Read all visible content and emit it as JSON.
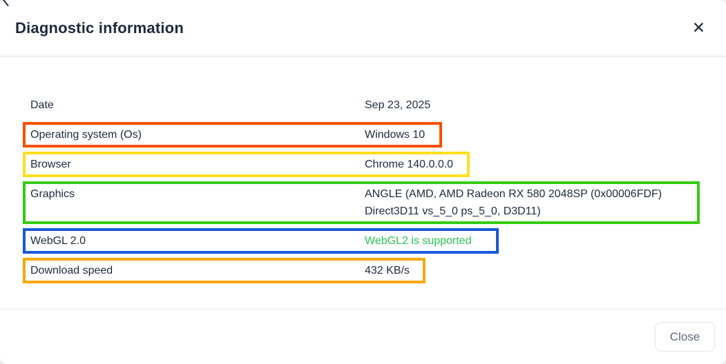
{
  "dialog": {
    "title": "Diagnostic information",
    "close_icon_glyph": "✕",
    "footer": {
      "close_button_label": "Close"
    }
  },
  "colors": {
    "text_dark": "#1c2940",
    "highlight_red_orange": "#fb4e00",
    "highlight_yellow": "#ffdf20",
    "highlight_green": "#36cc12",
    "highlight_blue": "#1659d9",
    "highlight_orange": "#f7a80d",
    "value_green_text": "#2bc253"
  },
  "rows": [
    {
      "label": "Date",
      "value": "Sep 23, 2025",
      "border_color": null
    },
    {
      "label": "Operating system (Os)",
      "value": "Windows 10",
      "border_color": "#fb4e00"
    },
    {
      "label": "Browser",
      "value": "Chrome 140.0.0.0",
      "border_color": "#ffdf20"
    },
    {
      "label": "Graphics",
      "value": "ANGLE (AMD, AMD Radeon RX 580 2048SP (0x00006FDF) Direct3D11 vs_5_0 ps_5_0, D3D11)",
      "border_color": "#36cc12"
    },
    {
      "label": "WebGL 2.0",
      "value": "WebGL2 is supported",
      "border_color": "#1659d9",
      "value_color": "#2bc253"
    },
    {
      "label": "Download speed",
      "value": "432 KB/s",
      "border_color": "#f7a80d"
    }
  ]
}
